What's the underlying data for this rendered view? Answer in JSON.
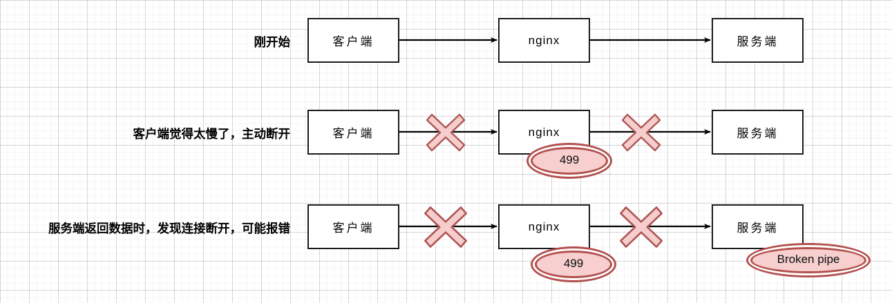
{
  "diagram": {
    "title": "nginx 499 / Broken pipe 流程图",
    "background": {
      "grid": "true",
      "minor_color": "#f2f2f2",
      "major_color": "#e0e0e0"
    },
    "palette": {
      "box_border": "#1a1a1a",
      "box_fill": "#ffffff",
      "arrow": "#000000",
      "badge_fill": "#F6CFCE",
      "badge_stroke": "#B2504E",
      "x_fill": "#F5CDCC",
      "x_stroke": "#AE5654"
    },
    "rows": [
      {
        "label": "刚开始",
        "nodes": [
          {
            "name": "客户端"
          },
          {
            "name": "nginx"
          },
          {
            "name": "服务端"
          }
        ],
        "arrows": [
          {
            "from": "客户端",
            "to": "nginx",
            "broken": "false"
          },
          {
            "from": "nginx",
            "to": "服务端",
            "broken": "false"
          }
        ],
        "badges": []
      },
      {
        "label": "客户端觉得太慢了，主动断开",
        "nodes": [
          {
            "name": "客户端"
          },
          {
            "name": "nginx"
          },
          {
            "name": "服务端"
          }
        ],
        "arrows": [
          {
            "from": "客户端",
            "to": "nginx",
            "broken": "true"
          },
          {
            "from": "nginx",
            "to": "服务端",
            "broken": "true"
          }
        ],
        "badges": [
          {
            "text": "499",
            "attached_to": "nginx"
          }
        ]
      },
      {
        "label": "服务端返回数据时，发现连接断开，可能报错",
        "nodes": [
          {
            "name": "客户端"
          },
          {
            "name": "nginx"
          },
          {
            "name": "服务端"
          }
        ],
        "arrows": [
          {
            "from": "客户端",
            "to": "nginx",
            "broken": "true"
          },
          {
            "from": "nginx",
            "to": "服务端",
            "broken": "true"
          }
        ],
        "badges": [
          {
            "text": "499",
            "attached_to": "nginx"
          },
          {
            "text": "Broken pipe",
            "attached_to": "服务端"
          }
        ]
      }
    ]
  }
}
